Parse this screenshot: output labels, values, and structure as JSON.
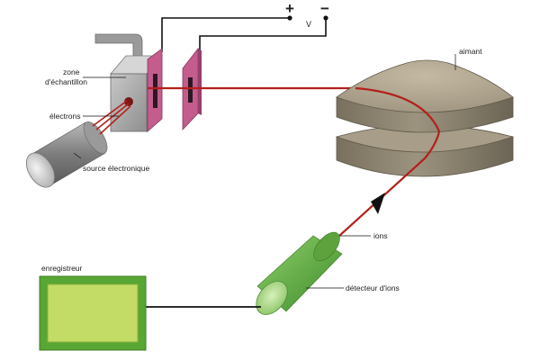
{
  "labels": {
    "zone_line1": "zone",
    "zone_line2": "d'échantillon",
    "electrons": "électrons",
    "source": "source électronique",
    "aimant": "aimant",
    "ions": "ions",
    "detecteur": "détecteur d'ions",
    "enregistreur": "enregistreur",
    "plus": "+",
    "minus": "−",
    "voltage": "V"
  },
  "colors": {
    "beam": "#b3201b",
    "plates": "#c45c8e",
    "magnet": "#8c8370",
    "detector": "#6fb24a",
    "recorder_frame": "#58a634",
    "recorder_screen": "#c2dc66",
    "source": "#8a8a8a",
    "chamber": "#a9a9a9"
  }
}
